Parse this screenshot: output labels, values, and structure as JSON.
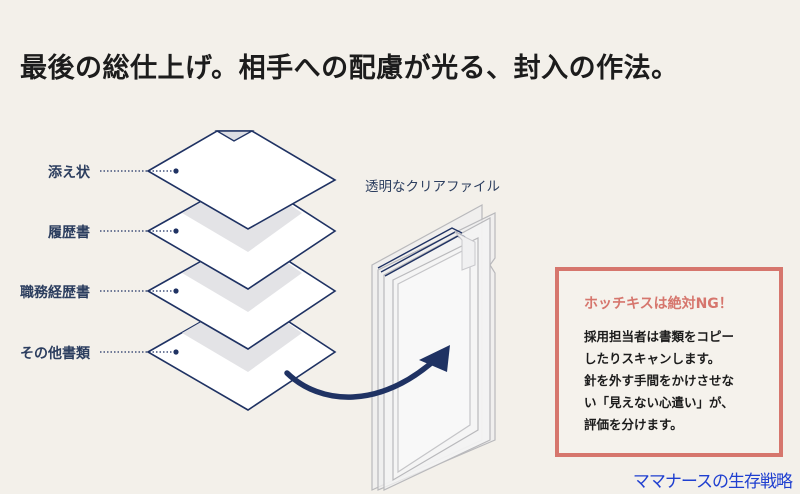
{
  "title": "最後の総仕上げ。相手への配慮が光る、封入の作法。",
  "documents": [
    {
      "label": "添え状"
    },
    {
      "label": "履歴書"
    },
    {
      "label": "職務経歴書"
    },
    {
      "label": "その他書類"
    }
  ],
  "folder": {
    "label": "透明なクリアファイル"
  },
  "warning": {
    "title": "ホッチキスは絶対NG！",
    "lines": [
      "採用担当者は書類をコピー",
      "したりスキャンします。",
      "針を外す手間をかけさせな",
      "い「見えない心遣い」が、",
      "評価を分けます。"
    ]
  },
  "watermark": "ママナースの生存戦略",
  "colors": {
    "background": "#f3f0ea",
    "navy": "#1f3263",
    "warning_border": "#d6766d",
    "watermark": "#1f3fd0"
  }
}
